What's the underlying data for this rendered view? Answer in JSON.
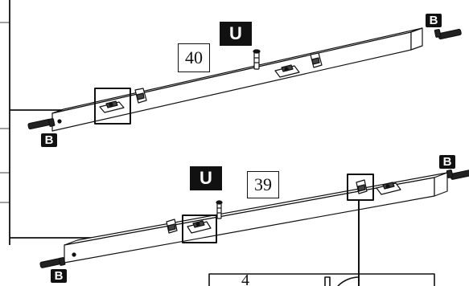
{
  "steps": {
    "upper": "40",
    "lower": "39"
  },
  "parts": {
    "dowel_letter": "U",
    "bolt_letter": "B"
  },
  "callout": {
    "fragment": "4"
  },
  "colors": {
    "ink": "#111111",
    "badge_bg": "#111111",
    "badge_text": "#ffffff",
    "page": "#ffffff"
  }
}
